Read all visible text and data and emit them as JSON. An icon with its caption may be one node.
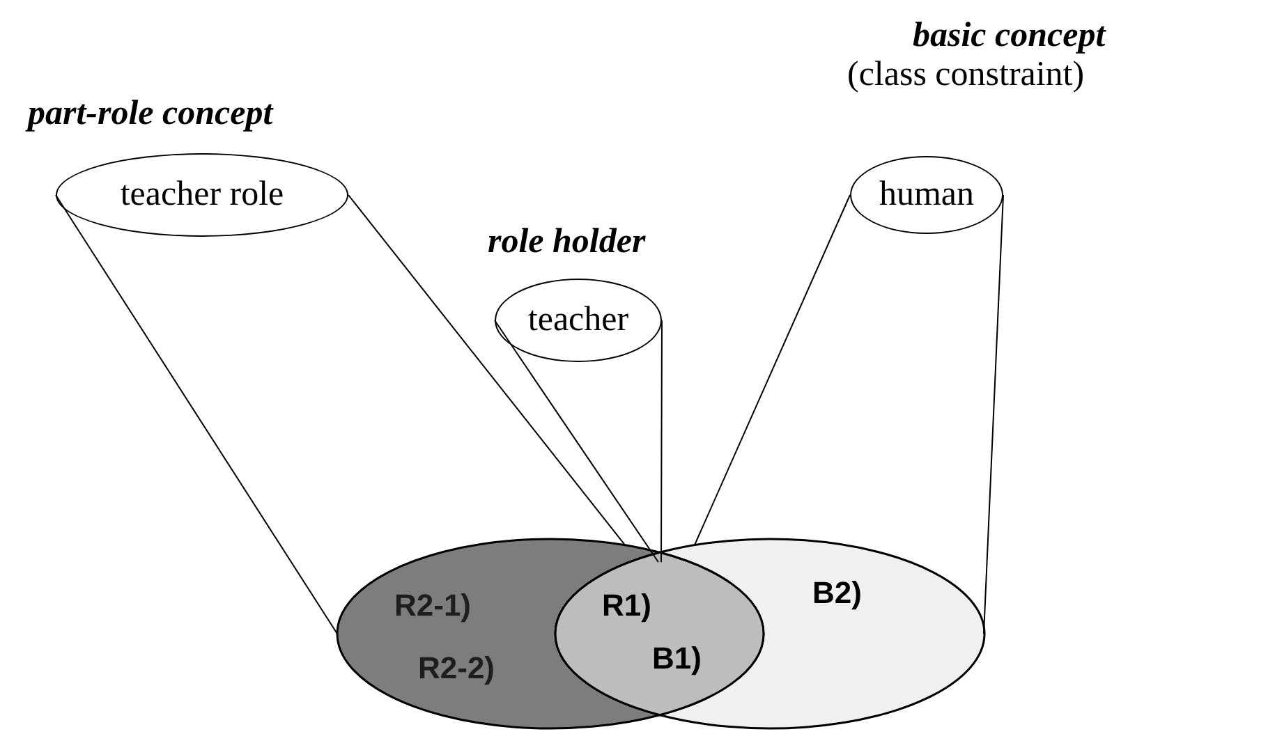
{
  "diagram": {
    "nodes": [
      {
        "text": [
          "part-role concept",
          "teacher role"
        ]
      },
      {
        "text": [
          "role holder",
          "teacher"
        ]
      },
      {
        "text": [
          "basic concept",
          "(class constraint)",
          "human"
        ]
      },
      {
        "text": [
          "R2-1)",
          "R2-2)"
        ]
      },
      {
        "text": [
          "B2)"
        ]
      },
      {
        "text": [
          "R1)",
          "B1)"
        ]
      }
    ],
    "edges": [
      {
        "from": 0,
        "to": 3,
        "arrow": "none"
      },
      {
        "from": 0,
        "to": 3,
        "arrow": "none"
      },
      {
        "from": 1,
        "to": 5,
        "arrow": "none"
      },
      {
        "from": 1,
        "to": 5,
        "arrow": "none"
      },
      {
        "from": 2,
        "to": 4,
        "arrow": "none"
      },
      {
        "from": 2,
        "to": 4,
        "arrow": "none"
      }
    ]
  }
}
